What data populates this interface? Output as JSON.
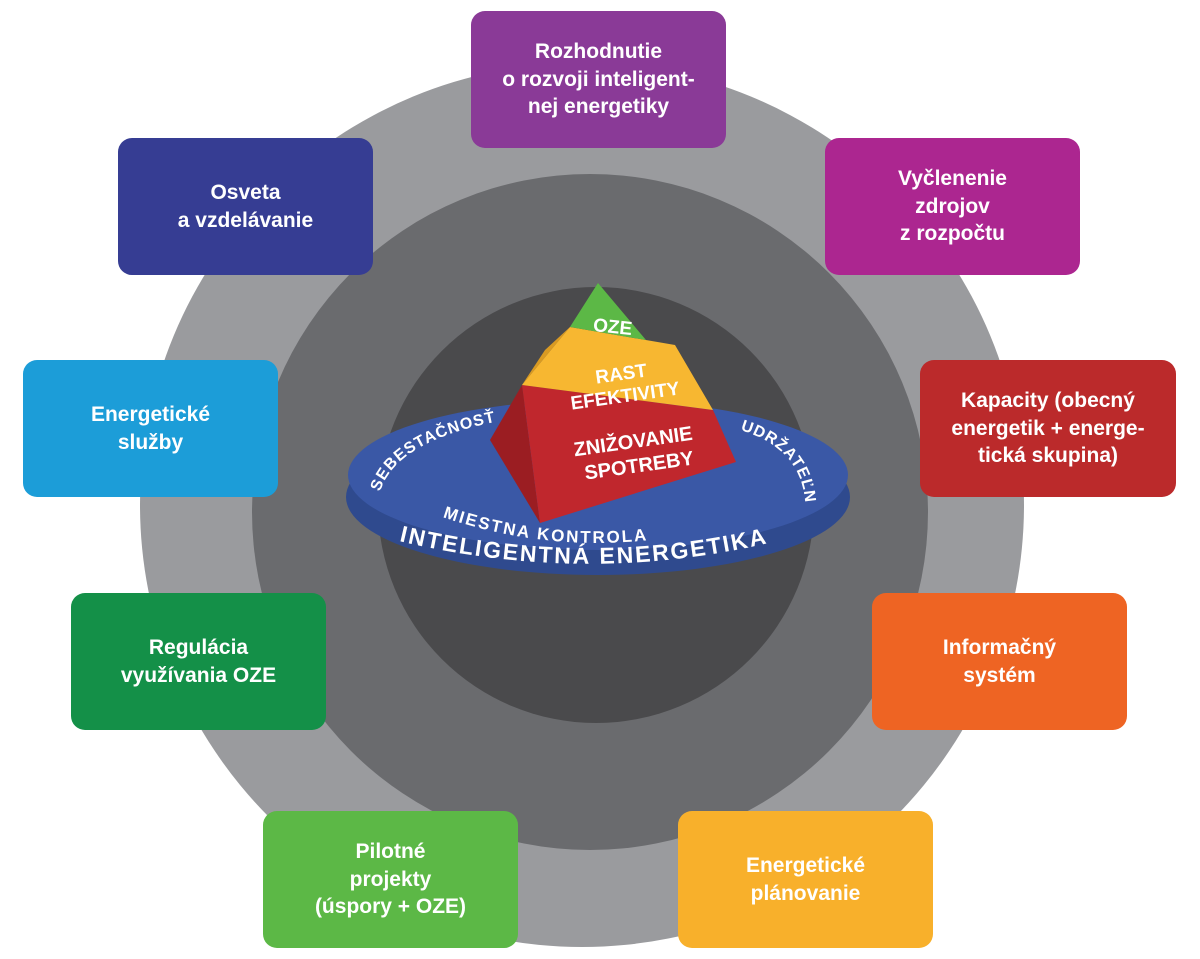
{
  "hub": {
    "pyramid": {
      "top": "OZE",
      "middle_line1": "RAST",
      "middle_line2": "EFEKTIVITY",
      "bottom_line1": "ZNIŽOVANIE",
      "bottom_line2": "SPOTREBY"
    },
    "ring_text": {
      "left": "SEBESTAČNOSŤ",
      "right": "UDRŽATEĽNOSŤ",
      "inner": "MIESTNA KONTROLA",
      "outer": "INTELIGENTNÁ ENERGETIKA"
    }
  },
  "cards": [
    {
      "text": "Rozhodnutie\no rozvoji inteligent-\nnej energetiky",
      "color": "#8a3a97"
    },
    {
      "text": "Vyčlenenie\nzdrojov\nz rozpočtu",
      "color": "#ac2690"
    },
    {
      "text": "Kapacity (obecný\nenergetik + energe-\ntická skupina)",
      "color": "#bb2a2b"
    },
    {
      "text": "Informačný\nsystém",
      "color": "#ee6423"
    },
    {
      "text": "Energetické\nplánovanie",
      "color": "#f8b02b"
    },
    {
      "text": "Pilotné\nprojekty\n(úspory + OZE)",
      "color": "#5cb846"
    },
    {
      "text": "Regulácia\nvyužívania OZE",
      "color": "#149048"
    },
    {
      "text": "Energetické\nslužby",
      "color": "#1c9dd8"
    },
    {
      "text": "Osveta\na vzdelávanie",
      "color": "#363d93"
    }
  ],
  "colors": {
    "outer_ring": "#9a9b9e",
    "middle_ring": "#6a6b6e",
    "inner_ring": "#4a4a4c",
    "platform_top": "#3a58a6",
    "platform_side": "#2f4a8e",
    "pyramid_green": "#5cb846",
    "pyramid_green_shade": "#3f9a3a",
    "pyramid_yellow": "#f7b731",
    "pyramid_yellow_shade": "#d99a22",
    "pyramid_red": "#c0272d",
    "pyramid_red_shade": "#9b1d22"
  }
}
